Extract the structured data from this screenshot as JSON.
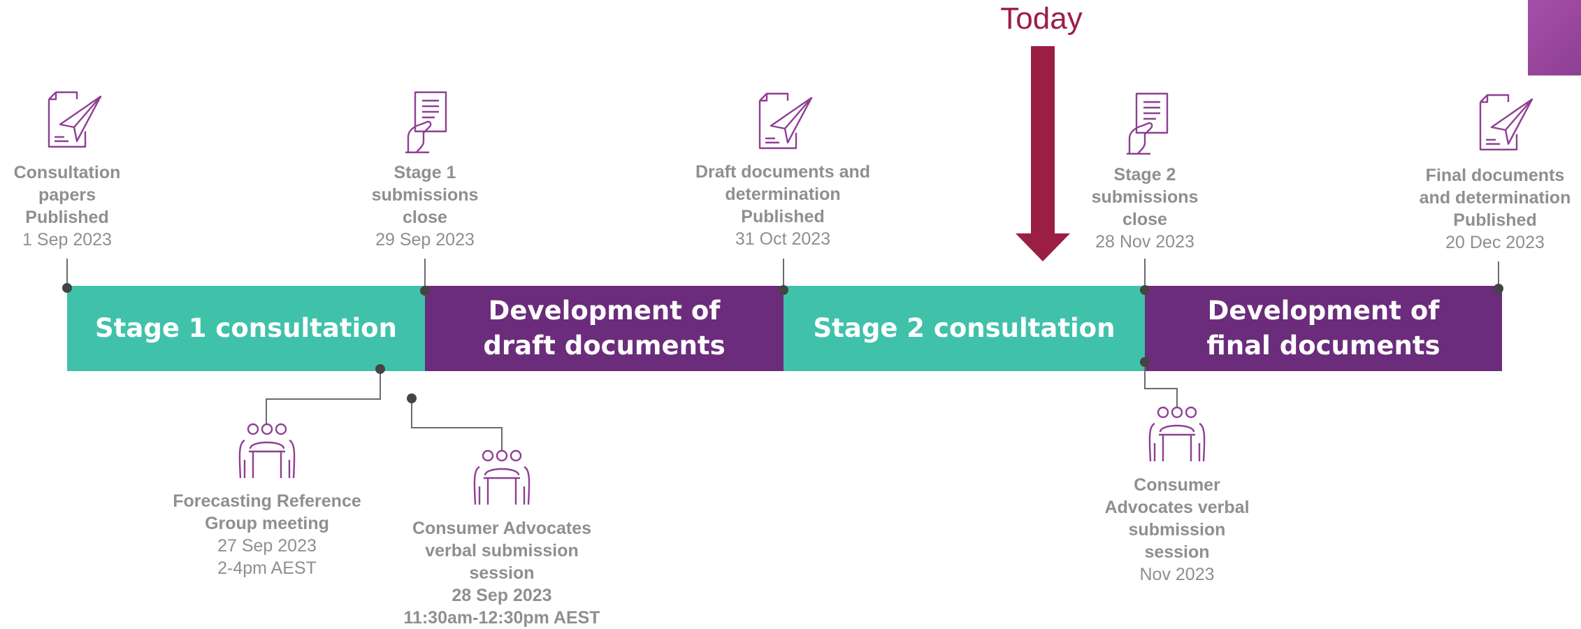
{
  "today": {
    "label": "Today",
    "color": "#9b1e45"
  },
  "colors": {
    "teal": "#40c2aa",
    "purple": "#6b2c7c",
    "text_gray": "#8f8f8f",
    "icon_purple": "#8e3f93"
  },
  "phases": [
    {
      "label": "Stage 1 consultation",
      "color": "teal"
    },
    {
      "label": "Development of draft documents",
      "color": "purple"
    },
    {
      "label": "Stage 2 consultation",
      "color": "teal"
    },
    {
      "label": "Development of final documents",
      "color": "purple"
    }
  ],
  "milestones": [
    {
      "title": "Consultation\npapers\nPublished",
      "date": "1 Sep 2023",
      "icon": "paper-plane-document-icon"
    },
    {
      "title": "Stage 1\nsubmissions\nclose",
      "date": "29 Sep 2023",
      "icon": "hand-document-icon"
    },
    {
      "title": "Draft documents and\ndetermination\nPublished",
      "date": "31 Oct 2023",
      "icon": "paper-plane-document-icon"
    },
    {
      "title": "Stage 2\nsubmissions\nclose",
      "date": "28 Nov 2023",
      "icon": "hand-document-icon"
    },
    {
      "title": "Final documents\nand determination\nPublished",
      "date": "20 Dec 2023",
      "icon": "paper-plane-document-icon"
    }
  ],
  "meetings": [
    {
      "title": "Forecasting Reference\nGroup meeting",
      "date": "27 Sep 2023",
      "time": "2-4pm AEST",
      "icon": "meeting-group-icon"
    },
    {
      "title": "Consumer Advocates\nverbal submission\nsession",
      "date": "28 Sep 2023",
      "time": "11:30am-12:30pm AEST",
      "icon": "meeting-group-icon"
    },
    {
      "title": "Consumer\nAdvocates verbal\nsubmission\nsession",
      "date": "Nov 2023",
      "icon": "meeting-group-icon"
    }
  ]
}
